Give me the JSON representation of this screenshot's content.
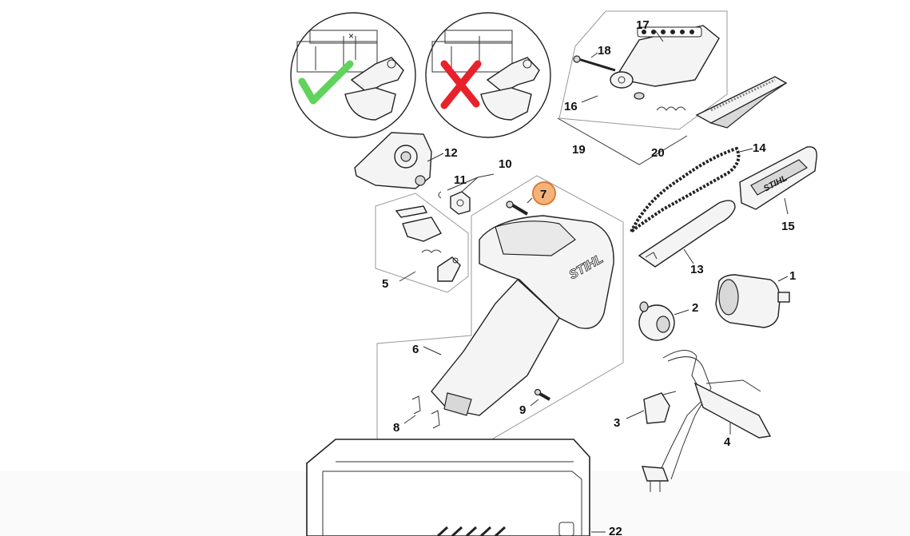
{
  "diagram": {
    "callouts": {
      "p1": "1",
      "p2": "2",
      "p3": "3",
      "p4": "4",
      "p5": "5",
      "p6": "6",
      "p7": "7",
      "p8": "8",
      "p9": "9",
      "p10": "10",
      "p11": "11",
      "p12": "12",
      "p13": "13",
      "p14": "14",
      "p15": "15",
      "p16": "16",
      "p17": "17",
      "p18": "18",
      "p19": "19",
      "p20": "20",
      "p22": "22"
    },
    "highlighted_part": "7",
    "brand_text": {
      "housing": "STIHL",
      "bar_cover": "STIHL"
    },
    "install_hints": {
      "correct": "correct-check-icon",
      "incorrect": "incorrect-cross-icon"
    },
    "colors": {
      "check_green": "#5fd35a",
      "cross_red": "#e8222a",
      "highlight_fill": "#f5b37c",
      "highlight_stroke": "#e07a2e"
    }
  }
}
